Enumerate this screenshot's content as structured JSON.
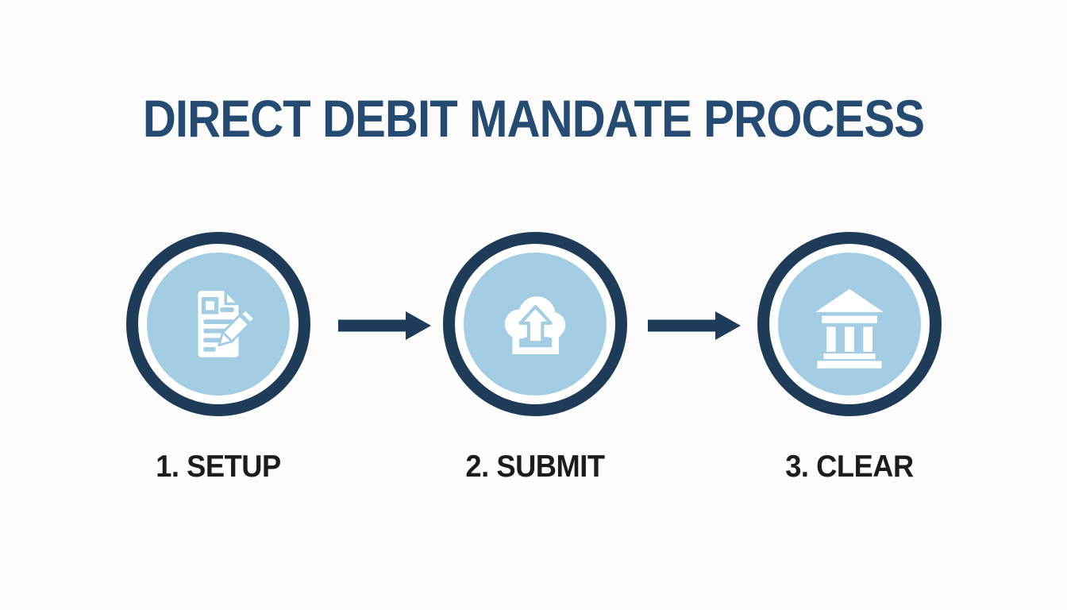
{
  "title": "DIRECT DEBIT MANDATE PROCESS",
  "colors": {
    "navy": "#1e3c58",
    "title_blue": "#254b73",
    "light_blue": "#a2cde3",
    "label_dark": "#1c1c1c",
    "background": "#fcfcfc"
  },
  "steps": [
    {
      "label": "1. SETUP",
      "icon": "mandate-form-icon"
    },
    {
      "label": "2. SUBMIT",
      "icon": "cloud-upload-icon"
    },
    {
      "label": "3. CLEAR",
      "icon": "bank-icon"
    }
  ],
  "connectors": [
    {
      "icon": "arrow-right-icon"
    },
    {
      "icon": "arrow-right-icon"
    }
  ]
}
